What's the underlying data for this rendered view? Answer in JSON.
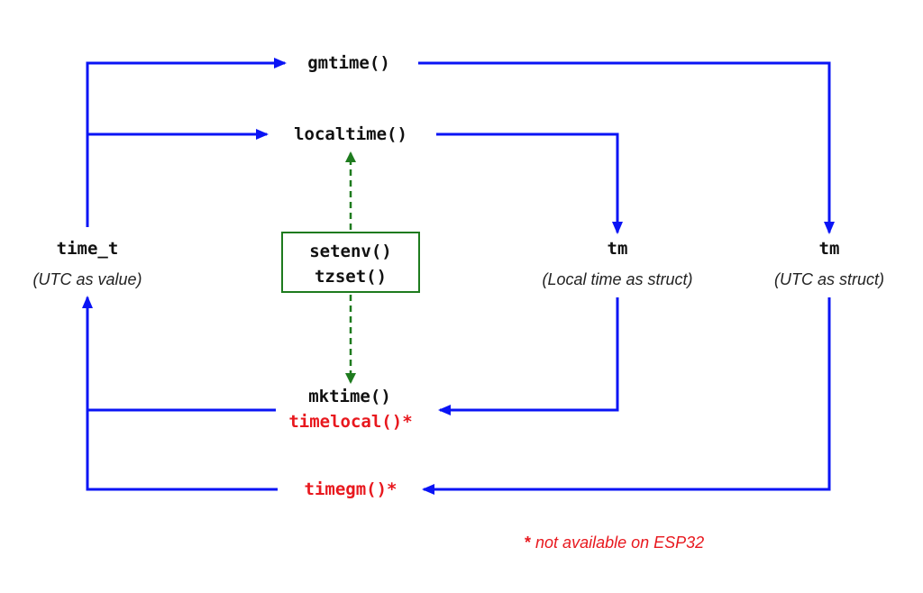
{
  "functions": {
    "gmtime": "gmtime()",
    "localtime": "localtime()",
    "setenv": "setenv()",
    "tzset": "tzset()",
    "mktime": "mktime()",
    "timelocal": "timelocal()*",
    "timegm": "timegm()*"
  },
  "nodes": {
    "time_t": {
      "name": "time_t",
      "desc": "(UTC as value)"
    },
    "tm_local": {
      "name": "tm",
      "desc": "(Local time as struct)"
    },
    "tm_utc": {
      "name": "tm",
      "desc": "(UTC as struct)"
    }
  },
  "footnote": {
    "marker": "*",
    "text": "not available on ESP32"
  },
  "colors": {
    "arrow": "#0a14f5",
    "dashed": "#1e7b1e",
    "highlight": "#e8181e",
    "text": "#111111"
  }
}
